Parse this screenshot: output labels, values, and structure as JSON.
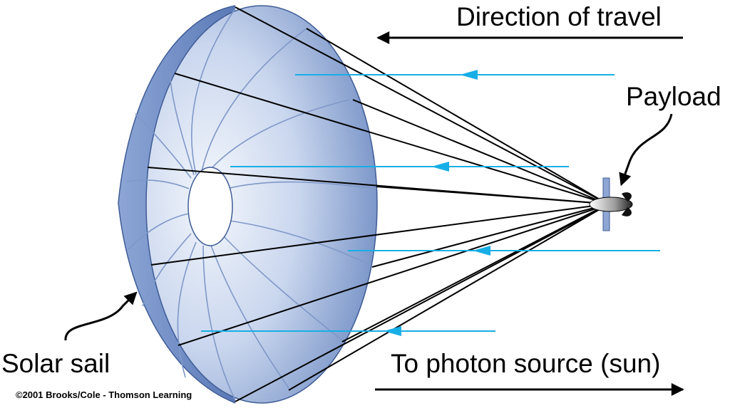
{
  "labels": {
    "direction_of_travel": "Direction of travel",
    "payload": "Payload",
    "solar_sail": "Solar sail",
    "photon_source": "To photon source (sun)",
    "copyright": "©2001 Brooks/Cole - Thomson Learning"
  },
  "colors": {
    "sail_outer": "#6e8cc4",
    "sail_inner_light": "#f4f7fc",
    "sail_inner_dark": "#5f7fbb",
    "rib": "#7f98c8",
    "photon_arrow": "#18aee6",
    "rigging": "#000000",
    "panel": "#8fa6d4"
  },
  "icons": {
    "payload": "spacecraft-icon",
    "arrow_left": "arrow-left-icon",
    "arrow_right": "arrow-right-icon"
  }
}
